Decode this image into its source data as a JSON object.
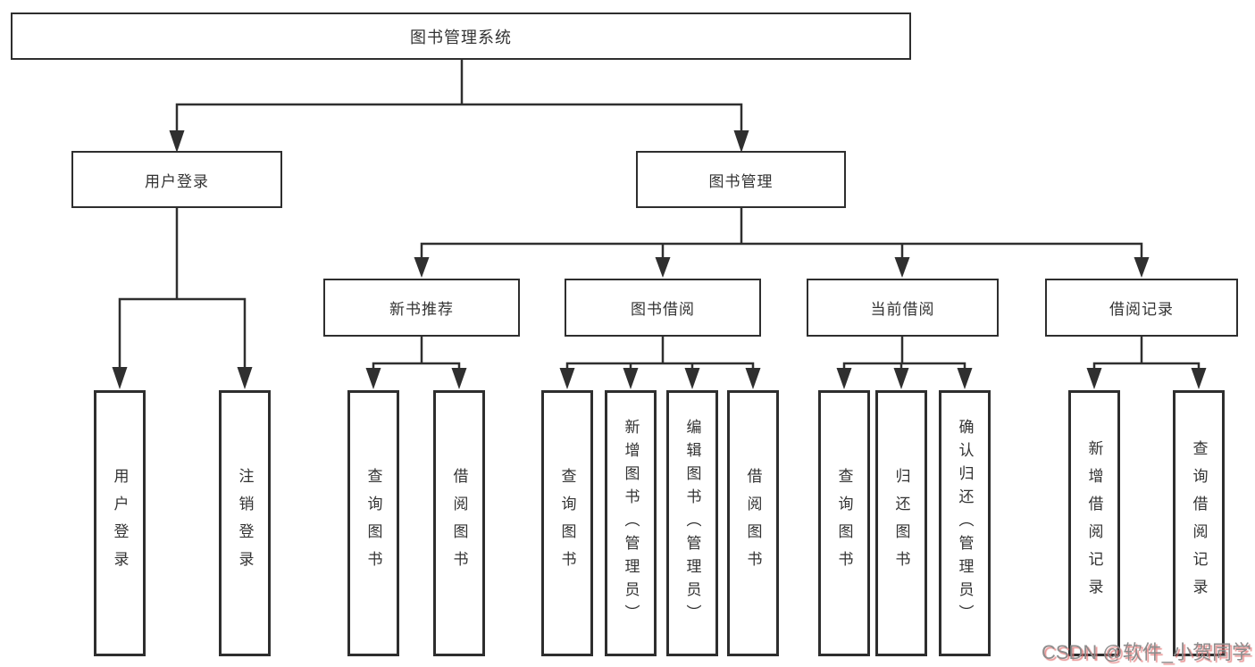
{
  "diagram": {
    "title": "图书管理系统",
    "watermark": "CSDN @软件_小贺同学",
    "colors": {
      "line": "#2f2f2f",
      "box_border": "#2e2e2e",
      "text": "#333333",
      "watermark_gray": "#8c8c8c",
      "watermark_red": "#e27676",
      "background": "#ffffff"
    },
    "nodes": {
      "root": {
        "label": "图书管理系统"
      },
      "user_login": {
        "label": "用户登录"
      },
      "book_mgmt": {
        "label": "图书管理"
      },
      "new_books": {
        "label": "新书推荐"
      },
      "book_borrow": {
        "label": "图书借阅"
      },
      "current_borrow": {
        "label": "当前借阅"
      },
      "borrow_records": {
        "label": "借阅记录"
      },
      "user_login_leaf": {
        "label": "用户登录"
      },
      "logout_leaf": {
        "label": "注销登录"
      },
      "rec_query_book": {
        "label": "查询图书"
      },
      "rec_borrow_book": {
        "label": "借阅图书"
      },
      "borrow_query_book": {
        "label": "查询图书"
      },
      "borrow_add_book": {
        "label": "新增图书（管理员）"
      },
      "borrow_edit_book": {
        "label": "编辑图书（管理员）"
      },
      "borrow_borrow_book": {
        "label": "借阅图书"
      },
      "cur_query_book": {
        "label": "查询图书"
      },
      "cur_return_book": {
        "label": "归还图书"
      },
      "cur_confirm_return": {
        "label": "确认归还（管理员）"
      },
      "records_add": {
        "label": "新增借阅记录"
      },
      "records_query": {
        "label": "查询借阅记录"
      }
    }
  }
}
